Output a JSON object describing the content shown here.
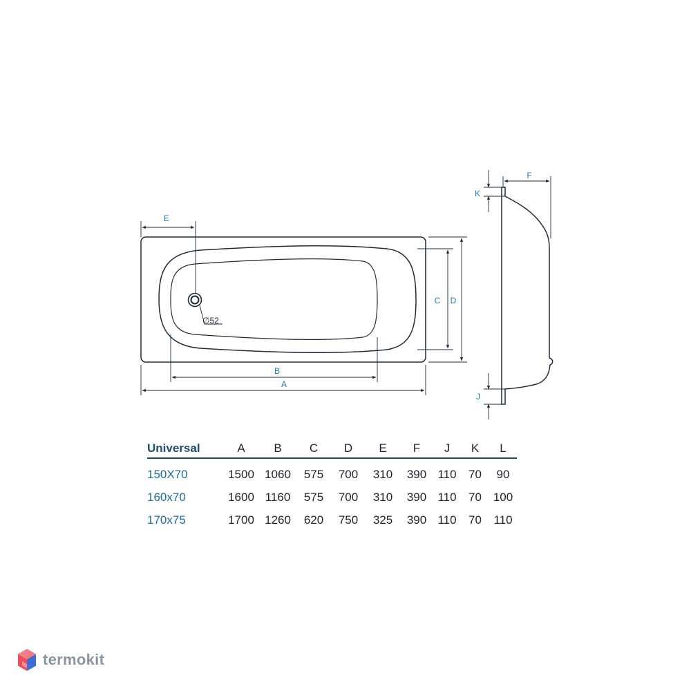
{
  "drawing": {
    "dimension_labels": {
      "A": "A",
      "B": "B",
      "C": "C",
      "D": "D",
      "E": "E",
      "F": "F",
      "J": "J",
      "K": "K"
    },
    "drain_label": "∅52",
    "colors": {
      "outline": "#1c2a3a",
      "dimension": "#1a7fa8"
    }
  },
  "table": {
    "headers": [
      "Universal",
      "A",
      "B",
      "C",
      "D",
      "E",
      "F",
      "J",
      "K",
      "L"
    ],
    "rows": [
      [
        "150X70",
        "1500",
        "1060",
        "575",
        "700",
        "310",
        "390",
        "110",
        "70",
        "90"
      ],
      [
        "160x70",
        "1600",
        "1160",
        "575",
        "700",
        "310",
        "390",
        "110",
        "70",
        "100"
      ],
      [
        "170x75",
        "1700",
        "1260",
        "620",
        "750",
        "325",
        "390",
        "110",
        "70",
        "110"
      ]
    ],
    "colors": {
      "header_model": "#1f4f73",
      "row_model": "#1f6c9a",
      "rule": "#24445a"
    }
  },
  "watermark": {
    "text": "termokit",
    "icon": "cube-logo-icon",
    "colors": {
      "text": "#8a96a3",
      "logo_red": "#e8505b",
      "logo_blue": "#3b6fd6"
    }
  }
}
